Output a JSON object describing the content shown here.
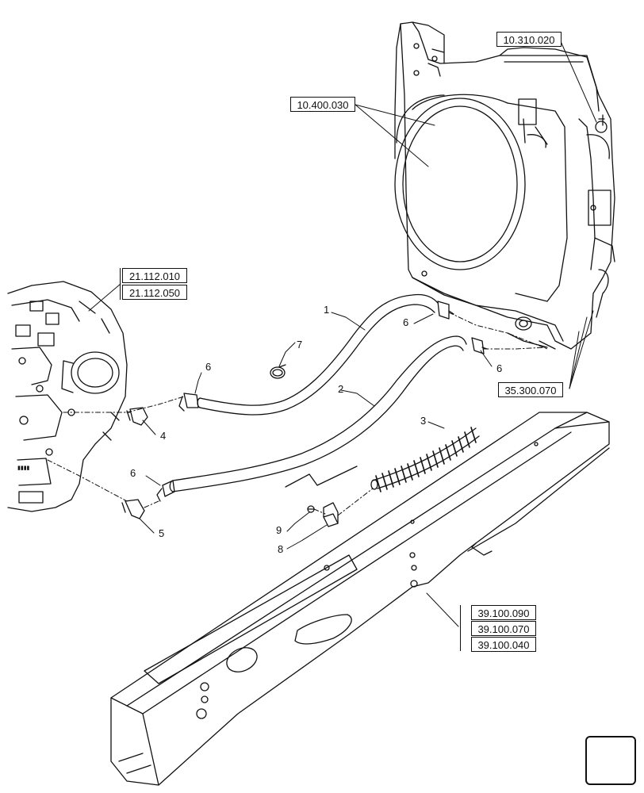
{
  "references": {
    "radiator_group": "10.400.030",
    "coolant_tank": "10.310.020",
    "transmission_a": "21.112.010",
    "transmission_b": "21.112.050",
    "ac_pipes": "35.300.070",
    "frame_a": "39.100.090",
    "frame_b": "39.100.070",
    "frame_c": "39.100.040"
  },
  "callouts": {
    "item_1": "1",
    "item_2": "2",
    "item_3": "3",
    "item_4": "4",
    "item_5": "5",
    "item_6a": "6",
    "item_6b": "6",
    "item_6c": "6",
    "item_6d": "6",
    "item_7": "7",
    "item_8": "8",
    "item_9": "9"
  },
  "icons": {
    "next_page": "next-page-arrow-icon"
  },
  "colors": {
    "line": "#111111",
    "background": "#ffffff"
  }
}
